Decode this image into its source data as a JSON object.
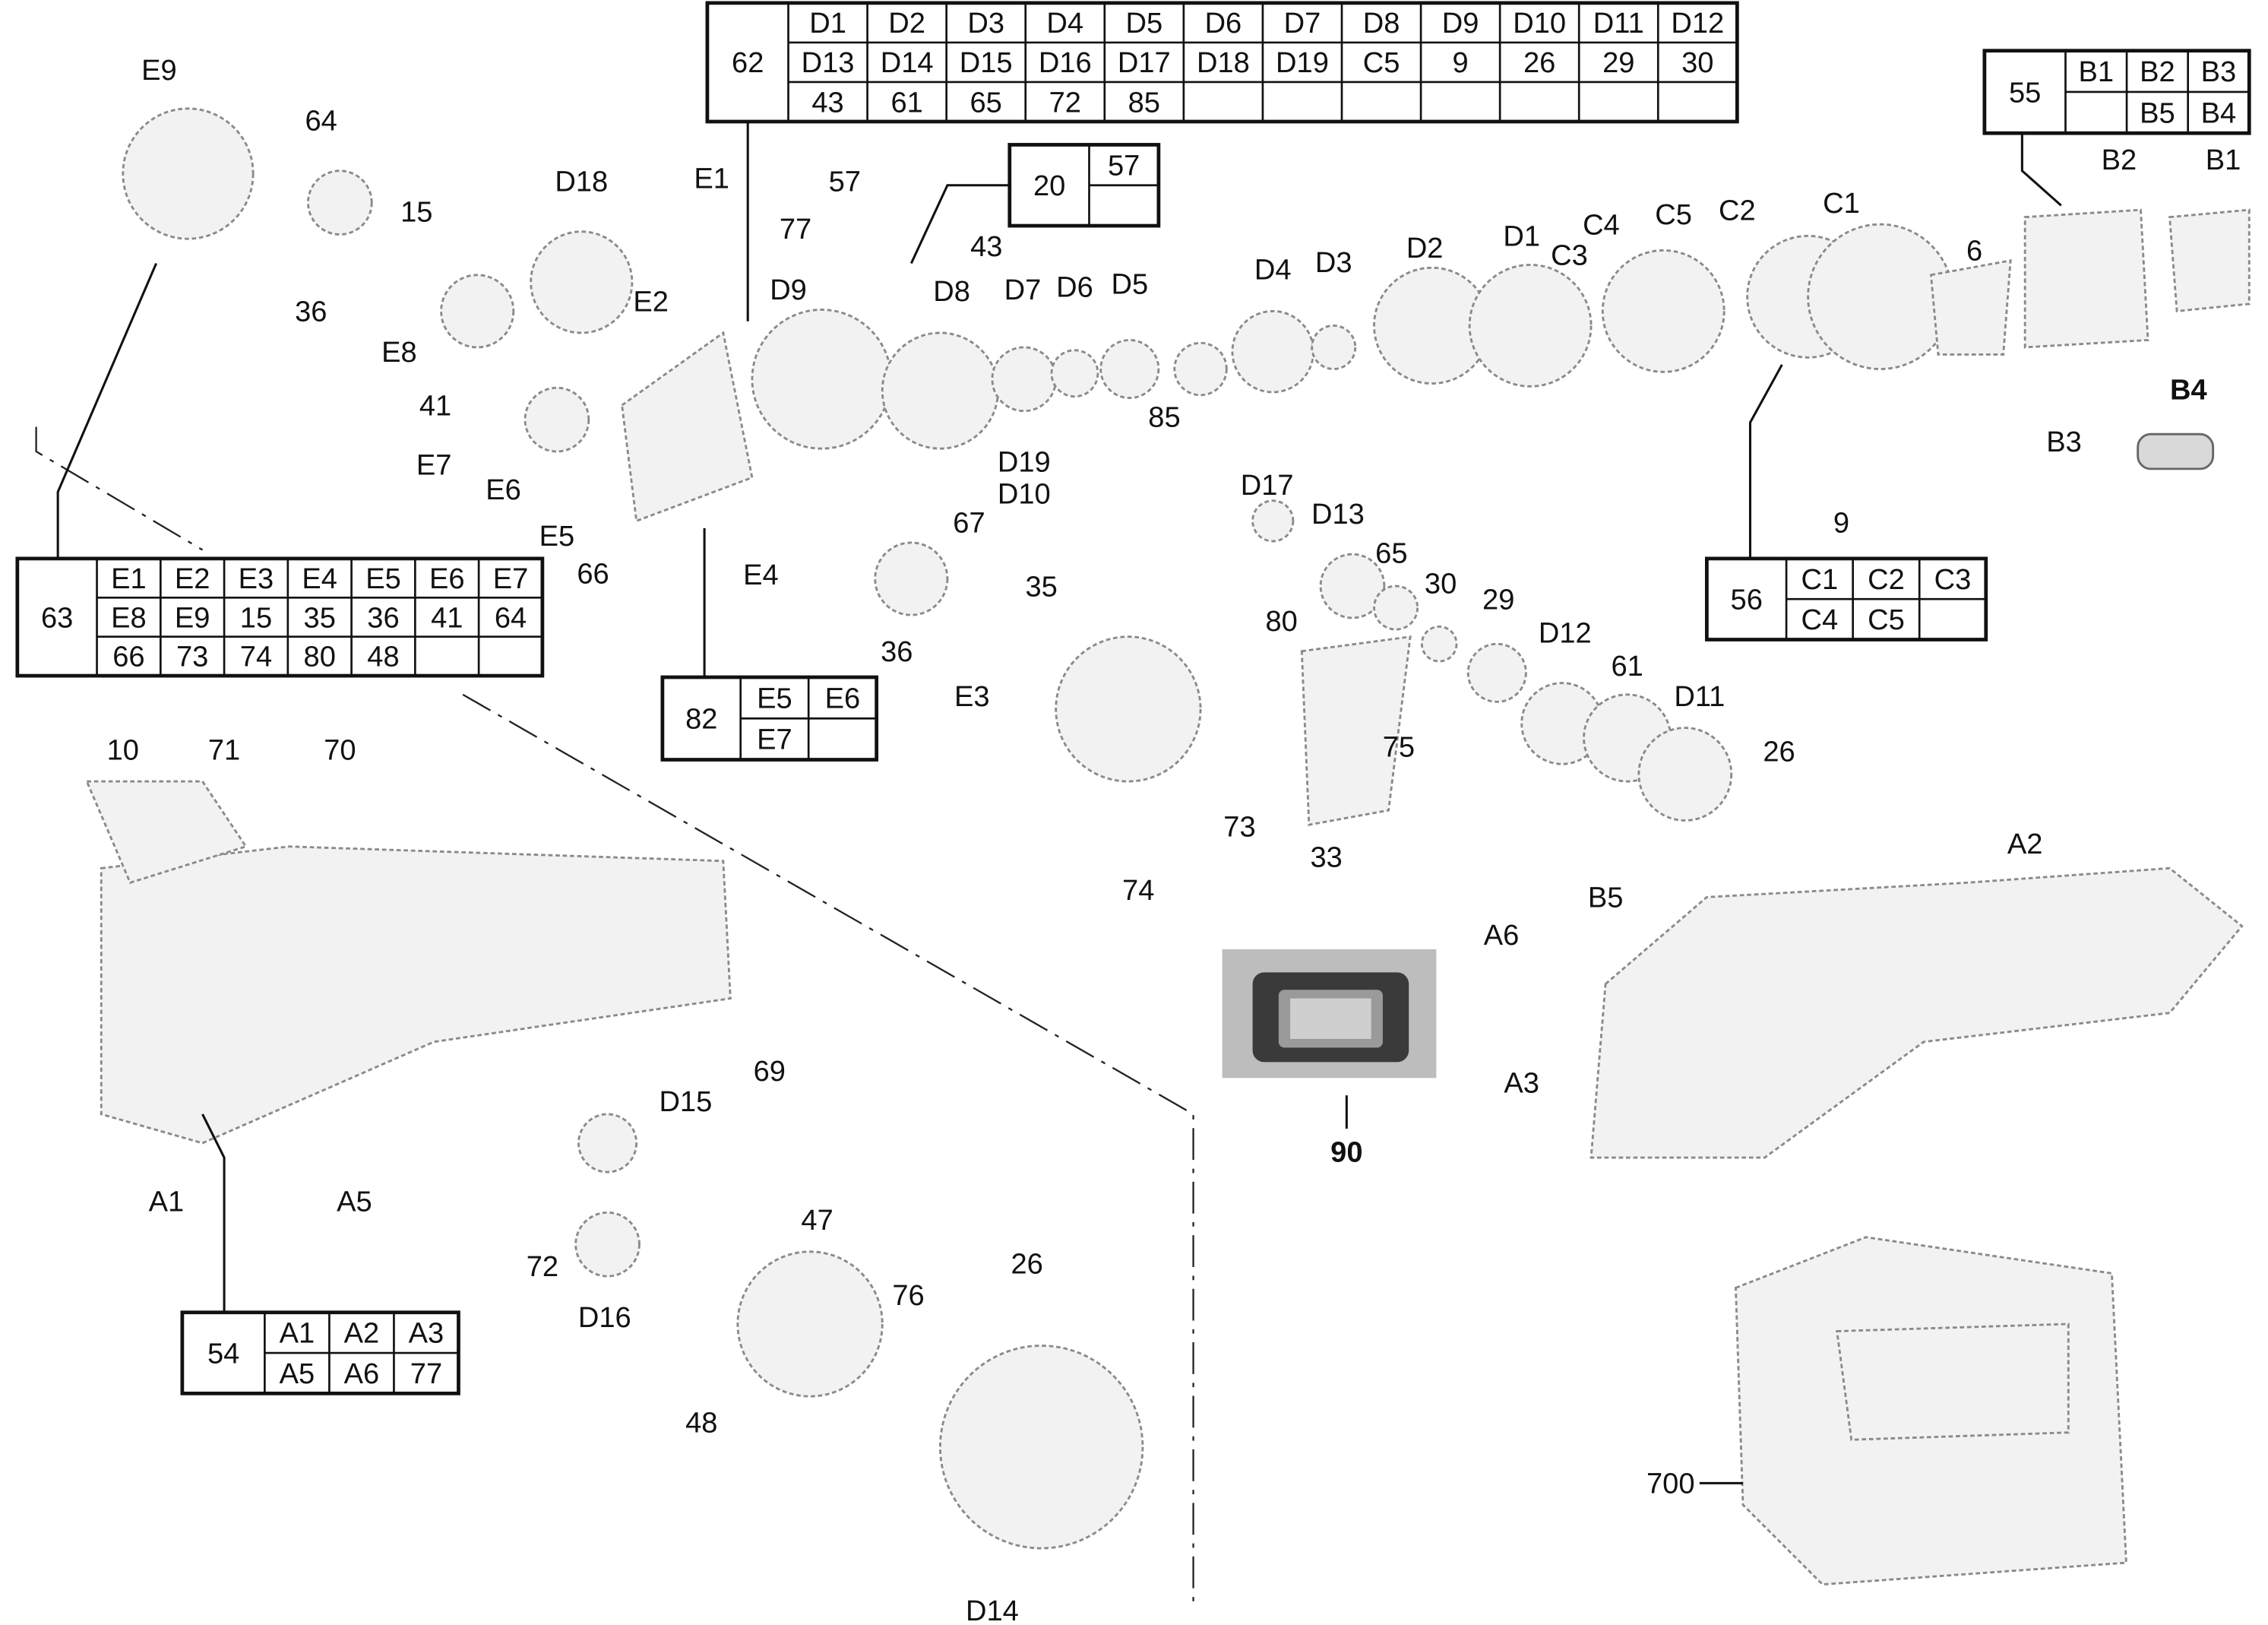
{
  "labels": [
    "E9",
    "64",
    "15",
    "36",
    "D18",
    "E1",
    "57",
    "77",
    "43",
    "E2",
    "D9",
    "D8",
    "D7",
    "D6",
    "D5",
    "D4",
    "D3",
    "D2",
    "D1",
    "C4",
    "C3",
    "C5",
    "C2",
    "C1",
    "B2",
    "B1",
    "6",
    "E8",
    "41",
    "E7",
    "E6",
    "E5",
    "66",
    "D19",
    "D10",
    "67",
    "85",
    "D17",
    "D13",
    "65",
    "30",
    "29",
    "D12",
    "61",
    "D11",
    "26",
    "E4",
    "35",
    "36",
    "E3",
    "80",
    "75",
    "73",
    "33",
    "74",
    "9",
    "B3",
    "B4",
    "10",
    "71",
    "70",
    "69",
    "A1",
    "A5",
    "72",
    "D15",
    "D16",
    "47",
    "76",
    "26",
    "48",
    "D14",
    "A6",
    "B5",
    "A3",
    "A2",
    "90",
    "700"
  ],
  "tables": {
    "t62": {
      "id": "62",
      "rows": [
        [
          "D1",
          "D2",
          "D3",
          "D4",
          "D5",
          "D6",
          "D7",
          "D8",
          "D9",
          "D10",
          "D11",
          "D12"
        ],
        [
          "D13",
          "D14",
          "D15",
          "D16",
          "D17",
          "D18",
          "D19",
          "C5",
          "9",
          "26",
          "29",
          "30"
        ],
        [
          "43",
          "61",
          "65",
          "72",
          "85",
          "",
          "",
          "",
          "",
          "",
          "",
          ""
        ]
      ]
    },
    "t20": {
      "id": "20",
      "rows": [
        [
          "57"
        ],
        [
          ""
        ]
      ]
    },
    "t55": {
      "id": "55",
      "rows": [
        [
          "B1",
          "B2",
          "B3"
        ],
        [
          "",
          "B5",
          "B4"
        ]
      ]
    },
    "t63": {
      "id": "63",
      "rows": [
        [
          "E1",
          "E2",
          "E3",
          "E4",
          "E5",
          "E6",
          "E7"
        ],
        [
          "E8",
          "E9",
          "15",
          "35",
          "36",
          "41",
          "64"
        ],
        [
          "66",
          "73",
          "74",
          "80",
          "48",
          "",
          ""
        ]
      ]
    },
    "t82": {
      "id": "82",
      "rows": [
        [
          "E5",
          "E6"
        ],
        [
          "E7",
          ""
        ]
      ]
    },
    "t56": {
      "id": "56",
      "rows": [
        [
          "C1",
          "C2",
          "C3"
        ],
        [
          "C4",
          "C5",
          ""
        ]
      ]
    },
    "t54": {
      "id": "54",
      "rows": [
        [
          "A1",
          "A2",
          "A3"
        ],
        [
          "A5",
          "A6",
          "77"
        ]
      ]
    }
  }
}
